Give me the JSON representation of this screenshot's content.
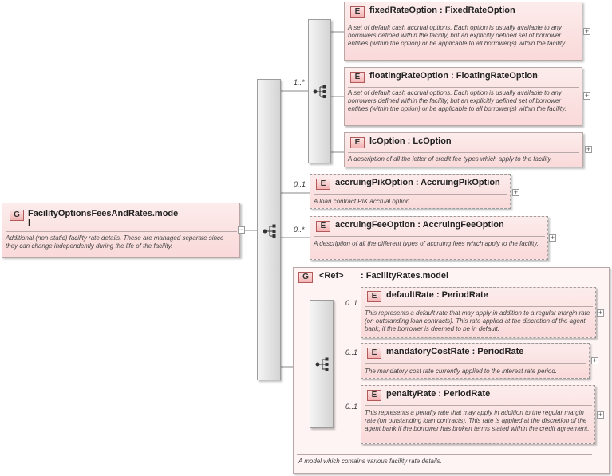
{
  "root": {
    "badge": "G",
    "title_line1": "FacilityOptionsFeesAndRates.mode",
    "title_line2": "l",
    "description": "Additional (non-static) facility rate details. These are managed separate since they can change independently during the life of the facility.",
    "collapse": "−"
  },
  "choice_cardinality": "1..*",
  "elements": {
    "fixedRateOption": {
      "badge": "E",
      "title": "fixedRateOption  : FixedRateOption",
      "description": "A set of default cash accrual options. Each option is usually available to any borrowers defined within the facility, but an explicitly defined set of borrower entities (within the option) or be applicable to all borrower(s) within the facility.",
      "expand": "+"
    },
    "floatingRateOption": {
      "badge": "E",
      "title": "floatingRateOption  : FloatingRateOption",
      "description": "A set of default cash accrual options. Each option is usually available to any borrowers defined within the facility, but an explicitly defined set of borrower entities (within the option) or be applicable to all borrower(s) within the facility.",
      "expand": "+"
    },
    "lcOption": {
      "badge": "E",
      "title": "lcOption  : LcOption",
      "description": "A description of all the letter of credit fee types which apply to the facility.",
      "expand": "+"
    },
    "accruingPikOption": {
      "badge": "E",
      "cardinality": "0..1",
      "title": "accruingPikOption  : AccruingPikOption",
      "description": "A loan contract PIK accrual option.",
      "expand": "+"
    },
    "accruingFeeOption": {
      "badge": "E",
      "cardinality": "0..*",
      "title": "accruingFeeOption  : AccruingFeeOption",
      "description": "A description of all the different types of accruing fees which apply to the facility.",
      "expand": "+"
    }
  },
  "ref_group": {
    "badge": "G",
    "ref": "<Ref>",
    "title": ": FacilityRates.model",
    "description": "A model which contains various facility rate details.",
    "items": {
      "defaultRate": {
        "badge": "E",
        "cardinality": "0..1",
        "title": "defaultRate  : PeriodRate",
        "description": "This represents a default rate that may apply in addition to a regular margin rate (on outstanding loan contracts). This rate applied at the discretion of the agent bank, if the borrower is deemed to be in default.",
        "expand": "+"
      },
      "mandatoryCostRate": {
        "badge": "E",
        "cardinality": "0..1",
        "title": "mandatoryCostRate  : PeriodRate",
        "description": "The mandatory cost rate currently applied to the interest rate period.",
        "expand": "+"
      },
      "penaltyRate": {
        "badge": "E",
        "cardinality": "0..1",
        "title": "penaltyRate  : PeriodRate",
        "description": "This represents a penalty rate that may apply in addition to the regular margin rate (on outstanding loan contracts). This rate is applied at the discretion of the agent bank if the borrower has broken terms stated within the credit agreement.",
        "expand": "+"
      }
    }
  },
  "colors": {
    "accent": "#b25959",
    "box_fill": "#fad9d9",
    "connector": "#888888"
  },
  "icons": {
    "sequence": "sequence-icon",
    "choice": "choice-icon"
  }
}
